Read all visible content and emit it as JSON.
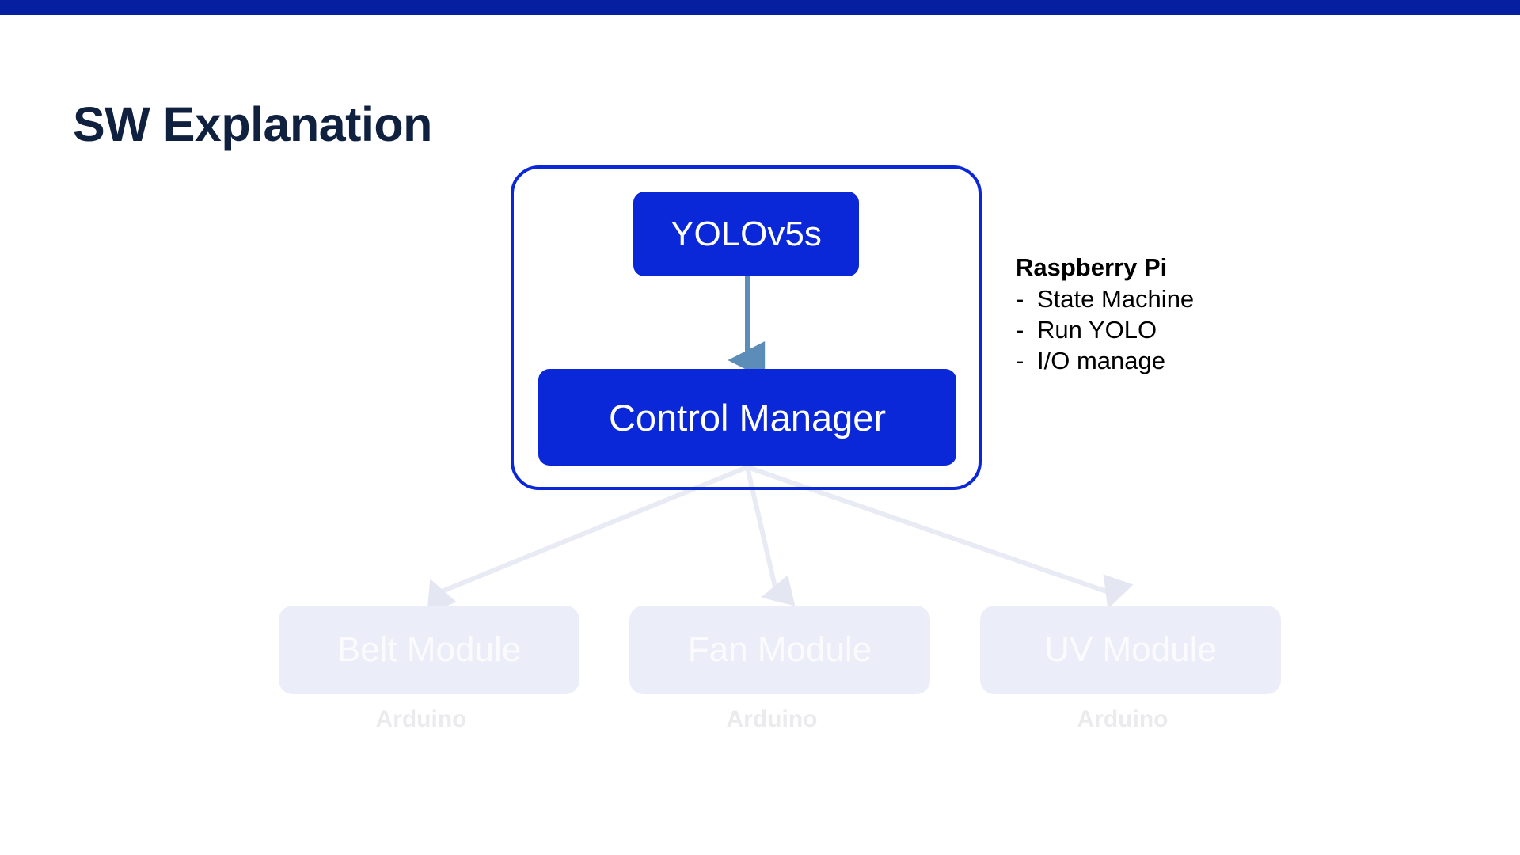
{
  "slide": {
    "title": "SW Explanation",
    "accent_bar_color": "#061FA1",
    "title_color": "#10213F",
    "background_color": "#FFFFFF"
  },
  "diagram": {
    "type": "block-diagram",
    "primary_box_color": "#0A28D8",
    "container_border_color": "#0A28D8",
    "arrow_color": "#5B8DB8",
    "ghost_box_color": "#EBEDF8",
    "ghost_arrow_color": "#E8EAF4",
    "pi_group": {
      "boxes": [
        {
          "id": "yolo",
          "label": "YOLOv5s"
        },
        {
          "id": "control_manager",
          "label": "Control Manager"
        }
      ],
      "edges": [
        {
          "from": "yolo",
          "to": "control_manager"
        }
      ]
    },
    "notes": {
      "heading": "Raspberry Pi",
      "bullet_marker": "-",
      "items": [
        "State Machine",
        "Run YOLO",
        "I/O manage"
      ]
    },
    "modules": [
      {
        "id": "belt",
        "label": "Belt Module",
        "sublabel": "Arduino"
      },
      {
        "id": "fan",
        "label": "Fan Module",
        "sublabel": "Arduino"
      },
      {
        "id": "uv",
        "label": "UV Module",
        "sublabel": "Arduino"
      }
    ],
    "module_edges": [
      {
        "from": "control_manager",
        "to": "belt"
      },
      {
        "from": "control_manager",
        "to": "fan"
      },
      {
        "from": "control_manager",
        "to": "uv"
      }
    ]
  }
}
